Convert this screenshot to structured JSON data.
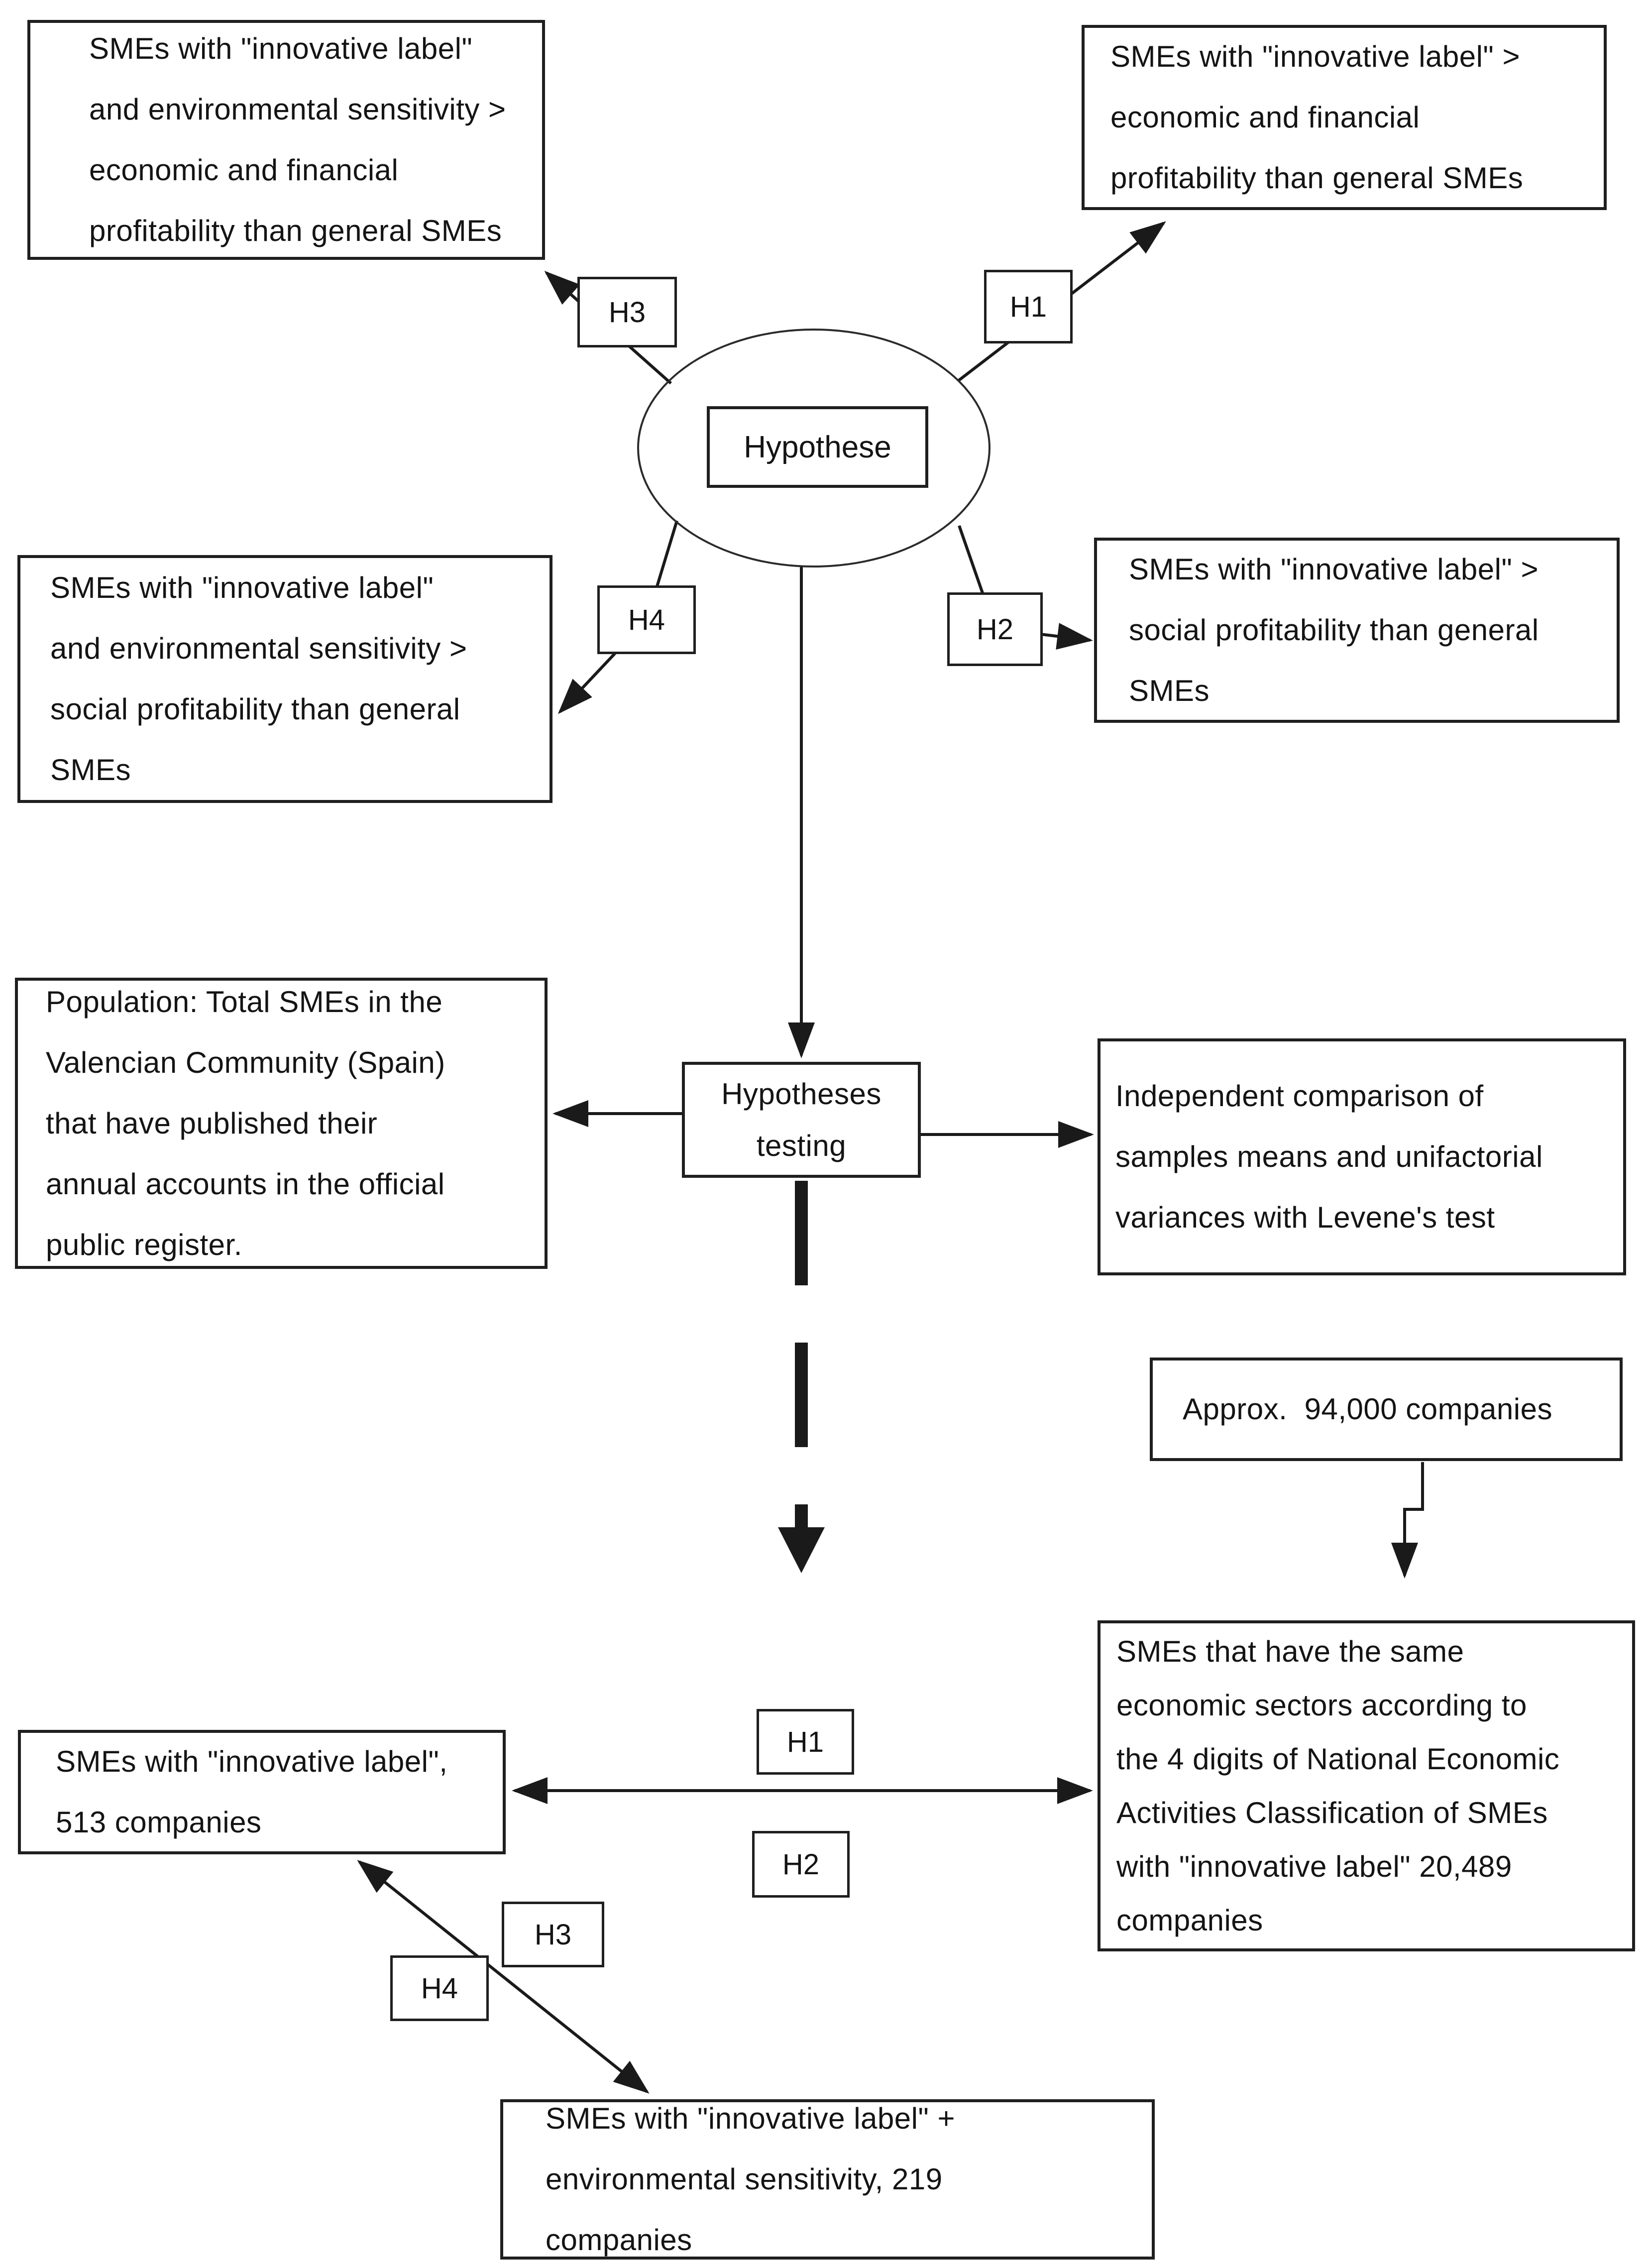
{
  "diagram": {
    "title_node": "Hypothese",
    "boxes": {
      "top_left": "SMEs with \"innovative label\"\nand environmental sensitivity >\neconomic and financial\nprofitability than general SMEs",
      "top_right": "SMEs with \"innovative label\" >\neconomic and financial\nprofitability than general SMEs",
      "mid_left": "SMEs with \"innovative label\"\nand environmental sensitivity >\nsocial profitability than general\nSMEs",
      "mid_right": "SMEs with \"innovative label\" >\nsocial profitability than general\nSMEs",
      "population": "Population: Total SMEs in the\nValencian Community (Spain)\nthat have published their\nannual accounts in the official\npublic register.",
      "hypotheses_testing": "Hypotheses\ntesting",
      "levene": "Independent comparison of\nsamples means and unifactorial\nvariances with Levene's test",
      "approx": "Approx.  94,000 companies",
      "innovative_513": "SMEs with \"innovative label\",\n513 companies",
      "same_sectors": "SMEs that have the same\neconomic sectors according to\nthe 4 digits of National Economic\nActivities Classification of SMEs\nwith \"innovative label\" 20,489\ncompanies",
      "innovative_env_219": "SMEs with \"innovative label\" +\nenvironmental sensitivity, 219\ncompanies"
    },
    "labels": {
      "h1": "H1",
      "h2": "H2",
      "h3": "H3",
      "h4": "H4"
    },
    "colors": {
      "line": "#1a1a1a",
      "border": "#1f1f1f",
      "background": "#ffffff",
      "text": "#141414"
    }
  }
}
